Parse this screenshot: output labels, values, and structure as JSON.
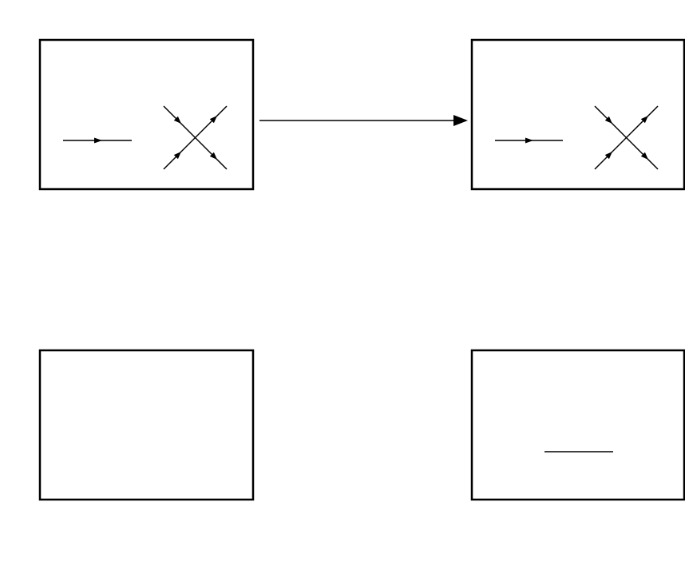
{
  "diagram": {
    "stroke_color": "#000000",
    "background_color": "#ffffff",
    "panels": [
      {
        "id": "top-left",
        "content": [
          "propagator-line",
          "four-point-vertex"
        ]
      },
      {
        "id": "top-right",
        "content": [
          "propagator-line",
          "four-point-vertex"
        ]
      },
      {
        "id": "bottom-left",
        "content": []
      },
      {
        "id": "bottom-right",
        "content": [
          "plain-line"
        ]
      }
    ],
    "connections": [
      {
        "from": "top-left",
        "to": "top-right",
        "arrow": "filled"
      }
    ]
  }
}
